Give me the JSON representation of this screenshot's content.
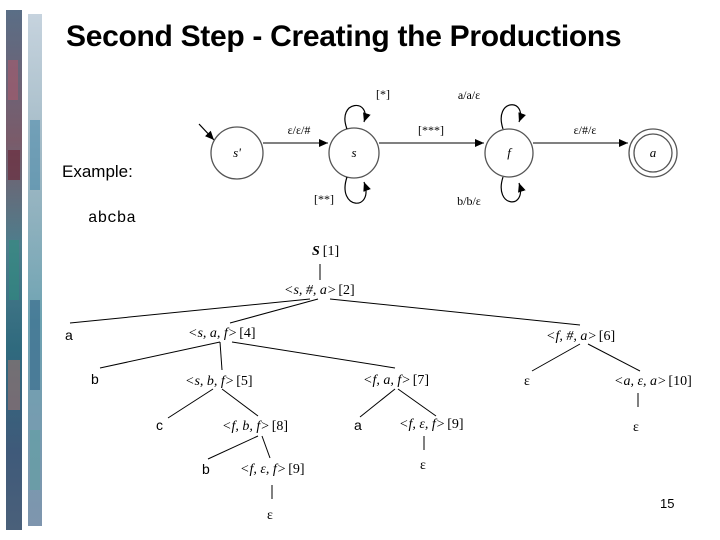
{
  "slide": {
    "title": "Second Step - Creating the Productions",
    "example_label": "Example:",
    "example_input": "abcba",
    "page_number": "15"
  },
  "automaton": {
    "states": [
      "s'",
      "s",
      "f",
      "a"
    ],
    "final_state": "a",
    "transitions": {
      "start_to_s": "ε/ε/#",
      "s_to_f": "[***]",
      "f_to_final": "ε/#/ε",
      "s_loop_top": "[*]",
      "s_loop_bottom": "[**]",
      "f_loop_top": "a/a/ε",
      "f_loop_bottom": "b/b/ε"
    }
  },
  "parse_tree": {
    "nodes": {
      "n1_sym": "S",
      "n1_num": "[1]",
      "n2": "<s, #, a>",
      "n2_num": "[2]",
      "leaf_a1": "a",
      "n4": "<s, a, f>",
      "n4_num": "[4]",
      "n6": "<f, #, a>",
      "n6_num": "[6]",
      "leaf_b1": "b",
      "n5": "<s, b, f>",
      "n5_num": "[5]",
      "n7": "<f, a, f>",
      "n7_num": "[7]",
      "leaf_eps1": "ε",
      "n10": "<a, ε, a>",
      "n10_num": "[10]",
      "leaf_c": "c",
      "n8": "<f, b, f>",
      "n8_num": "[8]",
      "leaf_a2": "a",
      "n9a": "<f, ε, f>",
      "n9a_num": "[9]",
      "leaf_eps_n10": "ε",
      "leaf_b2": "b",
      "n9b": "<f, ε, f>",
      "n9b_num": "[9]",
      "leaf_eps_n9a": "ε",
      "leaf_eps_n9b": "ε"
    }
  },
  "colors": {
    "line": "#000000",
    "state_border": "#555555"
  }
}
